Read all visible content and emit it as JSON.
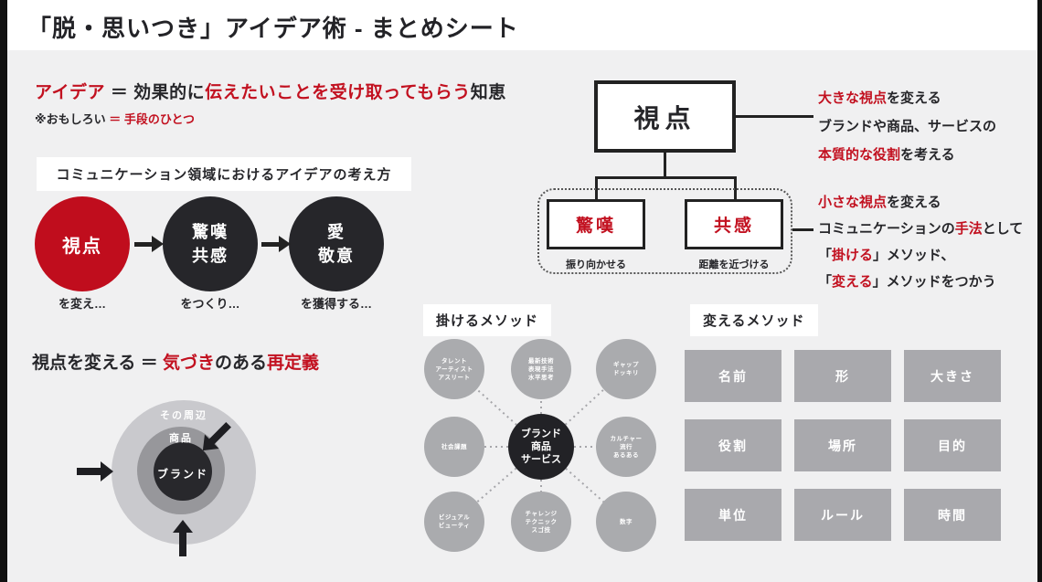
{
  "title": "「脱・思いつき」アイデア術 - まとめシート",
  "colors": {
    "accent_red": "#c21120",
    "ink_black": "#26262a",
    "background": "#f0f0f1",
    "gray_box": "#a9a9ad",
    "gray_circle": "#aaabae",
    "ring_outer_gray": "#c9c9cd",
    "ring_middle_gray": "#97979b"
  },
  "left": {
    "formula": {
      "s1": "アイデア",
      "s2": " ＝ 効果的に",
      "s3": "伝えたいことを受け取ってもらう",
      "s4": "知恵"
    },
    "note": {
      "s1": "※おもしろい",
      "s2": " ＝ 手段のひとつ"
    },
    "frame_label": "コミュニケーション領域におけるアイデアの考え方",
    "flow": {
      "steps": [
        {
          "text": "視点",
          "label": "を変え…"
        },
        {
          "text": "驚嘆\n共感",
          "label": "をつくり…"
        },
        {
          "text": "愛\n敬意",
          "label": "を獲得する…"
        }
      ]
    },
    "redefine": {
      "s1": "視点を変える ＝ ",
      "s2": "気づき",
      "s3": "のある",
      "s4": "再定義"
    },
    "rings": {
      "outer": "その周辺",
      "middle": "商品",
      "inner": "ブランド"
    }
  },
  "tree": {
    "root": "視点",
    "children": [
      {
        "title": "驚嘆",
        "caption": "振り向かせる"
      },
      {
        "title": "共感",
        "caption": "距離を近づける"
      }
    ],
    "note_big": {
      "l1r": "大きな視点",
      "l1b": "を変える",
      "l2": "ブランドや商品、サービスの",
      "l3r": "本質的な役割",
      "l3b": "を考える"
    },
    "note_small": {
      "l1r": "小さな視点",
      "l1b": "を変える",
      "l2a": "コミュニケーションの",
      "l2r": "手法",
      "l2b": "として",
      "l3a": "「",
      "l3r": "掛ける",
      "l3b": "」メソッド、",
      "l4a": "「",
      "l4r": "変える",
      "l4b": "」メソッドをつかう"
    }
  },
  "kakeru": {
    "label": "掛けるメソッド",
    "center": "ブランド\n商品\nサービス",
    "satellites": [
      "タレント\nアーティスト\nアスリート",
      "最新技術\n表現手法\n水平思考",
      "ギャップ\nドッキリ",
      "社会課題",
      "カルチャー\n流行\nあるある",
      "ビジュアル\nビューティ",
      "チャレンジ\nテクニック\nスゴ技",
      "数字"
    ]
  },
  "kaeru": {
    "label": "変えるメソッド",
    "items": [
      "名前",
      "形",
      "大きさ",
      "役割",
      "場所",
      "目的",
      "単位",
      "ルール",
      "時間"
    ]
  }
}
